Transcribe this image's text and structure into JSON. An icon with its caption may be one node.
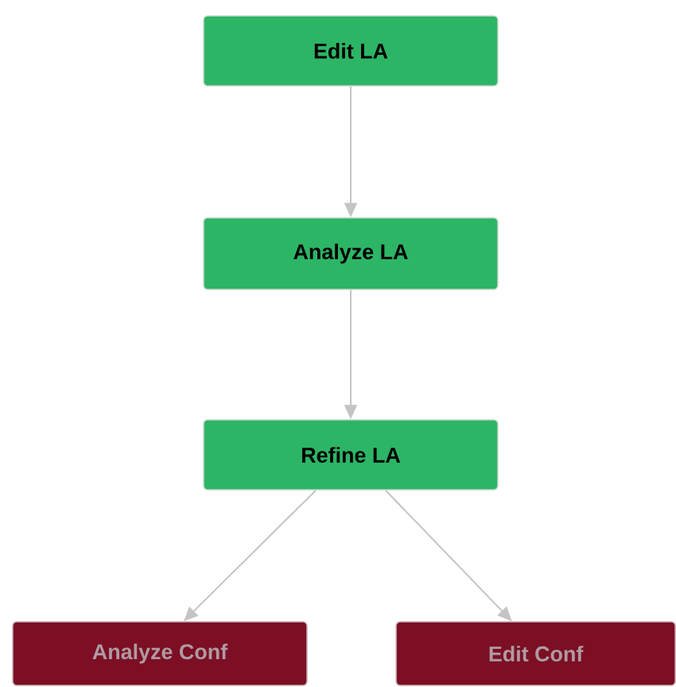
{
  "diagram": {
    "nodes": [
      {
        "text": [
          "Edit LA"
        ]
      },
      {
        "text": [
          "Analyze LA"
        ]
      },
      {
        "text": [
          "Refine LA"
        ]
      },
      {
        "text": [
          "Analyze Conf"
        ]
      },
      {
        "text": [
          "Edit Conf"
        ]
      }
    ],
    "edges": [
      {
        "from": 0,
        "to": 1,
        "arrow": "to"
      },
      {
        "from": 1,
        "to": 2,
        "arrow": "to"
      },
      {
        "from": 2,
        "to": 3,
        "arrow": "to"
      },
      {
        "from": 2,
        "to": 4,
        "arrow": "to"
      }
    ]
  }
}
